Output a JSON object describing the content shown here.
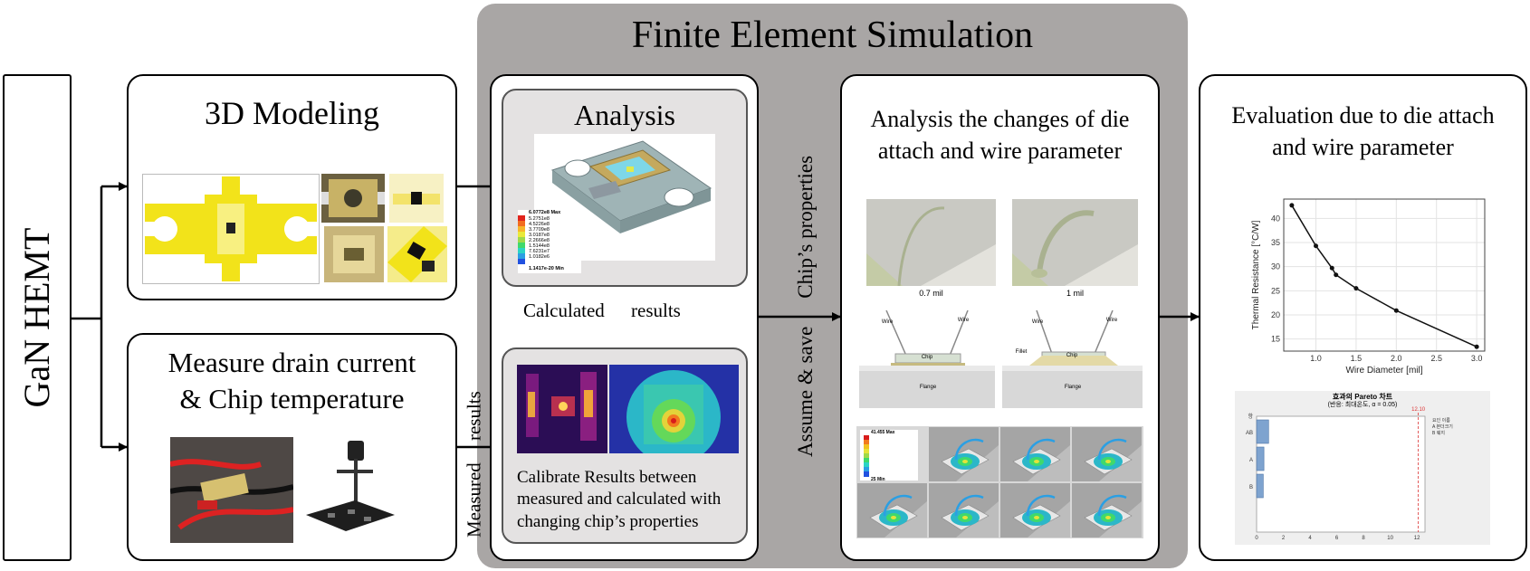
{
  "fem_title": "Finite Element Simulation",
  "gan_label": "GaN HEMT",
  "modeling": {
    "title": "3D Modeling"
  },
  "measure": {
    "title_line1": "Measure drain current",
    "title_line2": "& Chip temperature"
  },
  "analysis": {
    "title": "Analysis",
    "legend_max": "6.0772e8 Max",
    "legend_min": "1.1417e-20 Min",
    "legend_values": [
      "5.2751e8",
      "4.5226e8",
      "3.7709e8",
      "3.0187e8",
      "2.2666e8",
      "1.5144e8",
      "7.6231e7",
      "1.0182e6"
    ]
  },
  "calculated_results": {
    "word1": "Calculated",
    "word2": "results"
  },
  "measured_results": {
    "word1": "Measured",
    "word2": "results"
  },
  "calibrate": {
    "line1": "Calibrate Results between",
    "line2": "measured and calculated with",
    "line3": "changing chip’s properties"
  },
  "chip_properties": "Chip’s properties",
  "assume_save": "Assume & save",
  "changes": {
    "title_line1": "Analysis the changes of die",
    "title_line2": "attach and wire parameter",
    "wire_label_1": "0.7 mil",
    "wire_label_2": "1 mil",
    "diagram_wire": "Wire",
    "diagram_chip": "Chip",
    "diagram_flange": "Flange",
    "diagram_fillet": "Fillet",
    "contour_max": "41.455 Max",
    "contour_min": "25 Min"
  },
  "evaluation": {
    "title_line1": "Evaluation due to die attach",
    "title_line2": "and wire parameter",
    "pareto_title": "효과의 Pareto 차트",
    "pareto_subtitle": "(반응: 최대온도, α = 0.05)",
    "pareto_ref": "12.10",
    "pareto_axis_label": "항",
    "pareto_legend": [
      "요인 이름",
      "A 본더크기",
      "B 웨지"
    ]
  },
  "chart_data": {
    "type": "line",
    "xlabel": "Wire Diameter [mil]",
    "ylabel": "Thermal Resistance [°C/W]",
    "x": [
      0.7,
      1.0,
      1.2,
      1.25,
      1.5,
      2.0,
      3.0
    ],
    "y": [
      42.7,
      34.3,
      29.7,
      28.3,
      25.5,
      20.9,
      13.4
    ],
    "xlim": [
      0.6,
      3.1
    ],
    "ylim": [
      12.5,
      44
    ],
    "xticks": [
      "1.0",
      "1.5",
      "2.0",
      "2.5",
      "3.0"
    ],
    "yticks": [
      "15",
      "20",
      "25",
      "30",
      "35",
      "40"
    ],
    "grid": true
  },
  "pareto_data": {
    "type": "bar",
    "categories": [
      "AB",
      "A",
      "B"
    ],
    "values": [
      0.9,
      0.55,
      0.5
    ],
    "xticks": [
      "0",
      "2",
      "4",
      "6",
      "8",
      "10",
      "12"
    ],
    "reference_line": 12.1
  }
}
